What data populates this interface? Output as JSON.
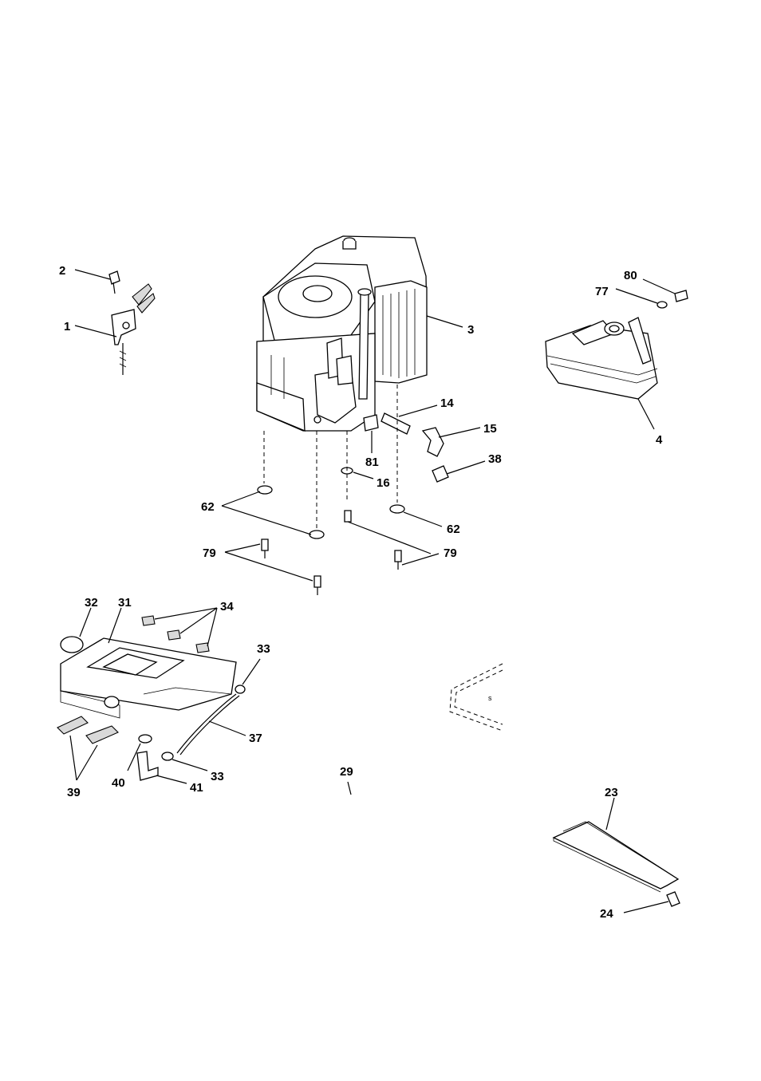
{
  "callouts": {
    "c1": "1",
    "c2": "2",
    "c3": "3",
    "c4": "4",
    "c14": "14",
    "c15": "15",
    "c16": "16",
    "c23": "23",
    "c24": "24",
    "c29": "29",
    "c31": "31",
    "c32": "32",
    "c33a": "33",
    "c33b": "33",
    "c34": "34",
    "c37": "37",
    "c38": "38",
    "c39": "39",
    "c40": "40",
    "c41": "41",
    "c62a": "62",
    "c62b": "62",
    "c77": "77",
    "c79a": "79",
    "c79b": "79",
    "c80": "80",
    "c81": "81"
  }
}
